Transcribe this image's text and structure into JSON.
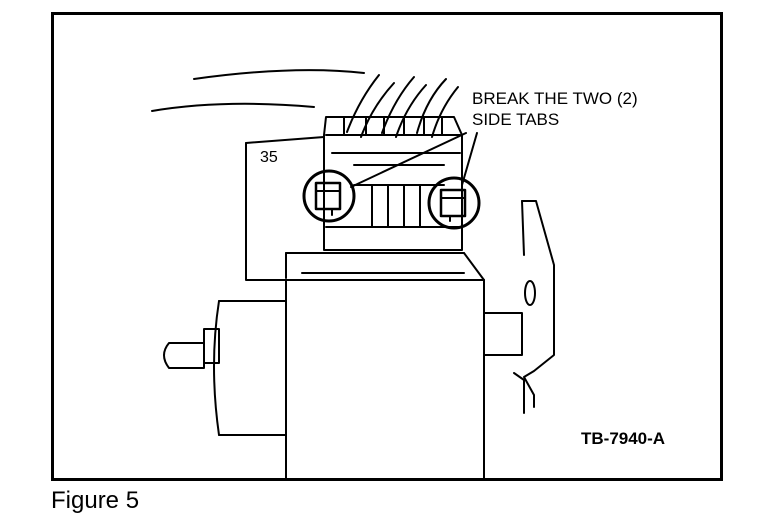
{
  "callout": {
    "line1": "BREAK THE TWO (2)",
    "line2": "SIDE TABS"
  },
  "part_reference": "35",
  "drawing_code": "TB-7940-A",
  "caption": "Figure 5",
  "colors": {
    "ink": "#000000",
    "paper": "#ffffff"
  }
}
